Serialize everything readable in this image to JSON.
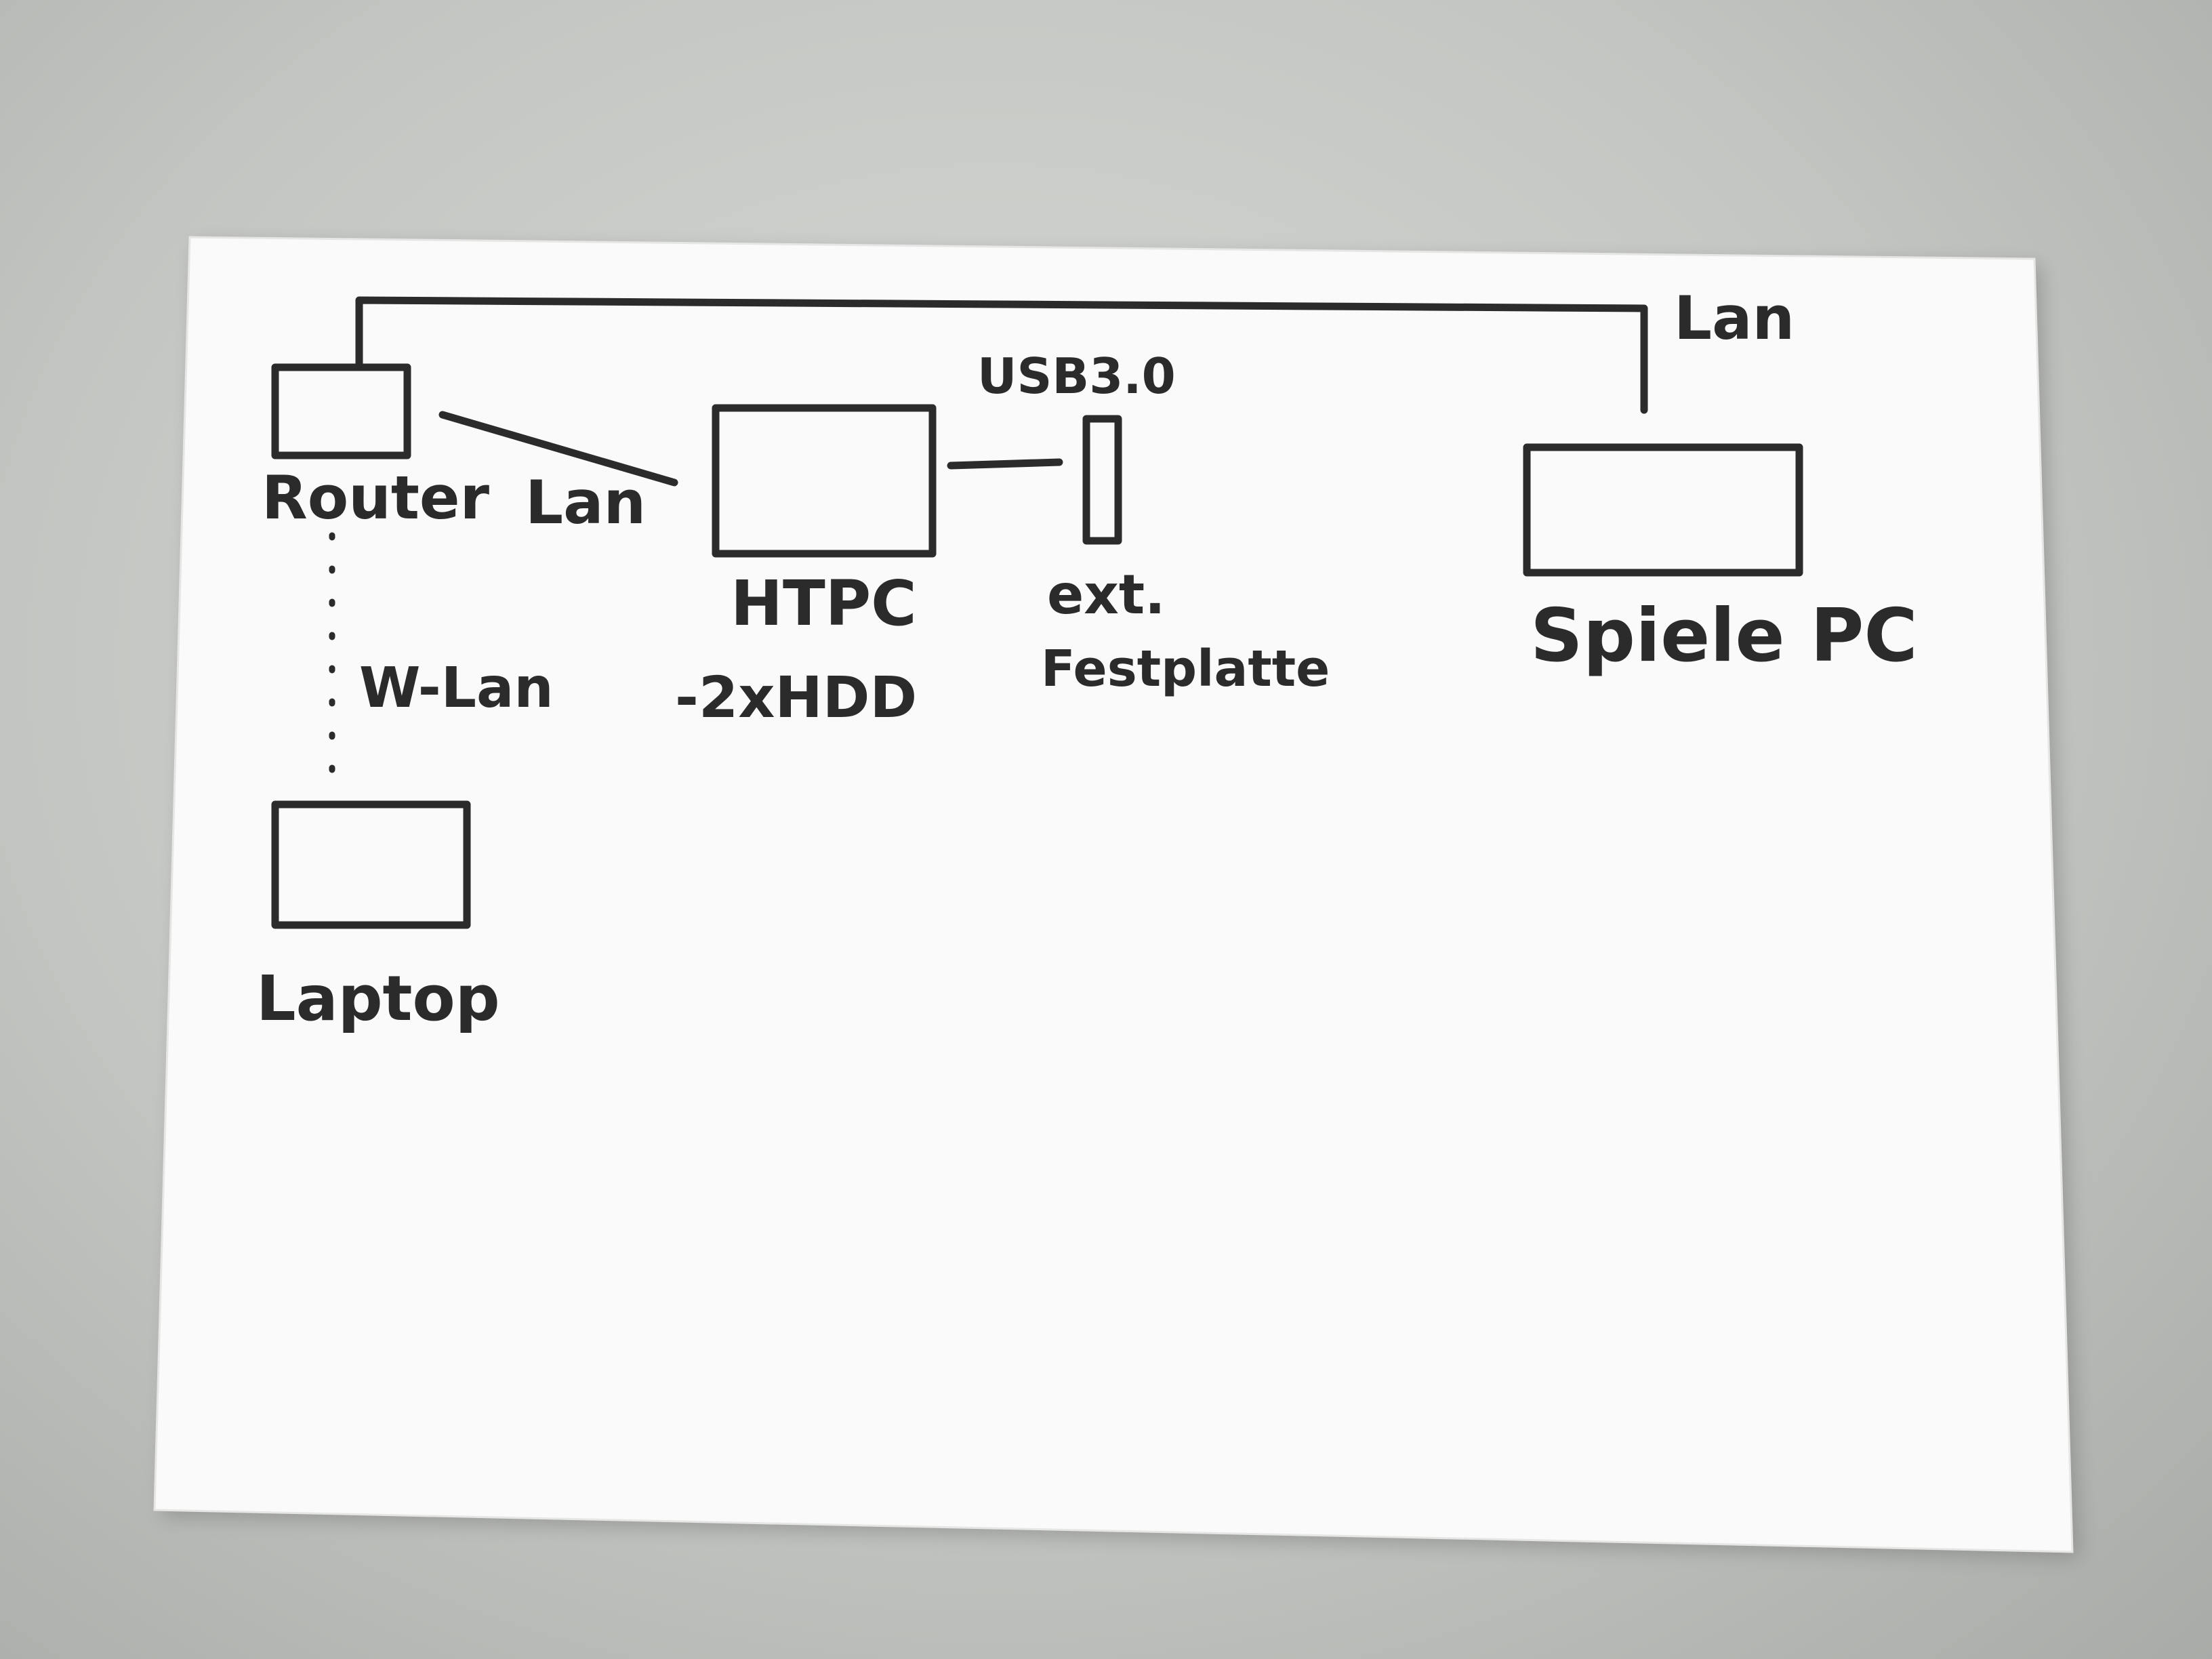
{
  "diagram": {
    "nodes": [
      {
        "id": "router",
        "label": "Router"
      },
      {
        "id": "htpc",
        "label": "HTPC",
        "sublabel": "-2xHDD"
      },
      {
        "id": "ext-drive",
        "label": "ext.",
        "sublabel": "Festplatte"
      },
      {
        "id": "spiele-pc",
        "label": "Spiele PC"
      },
      {
        "id": "laptop",
        "label": "Laptop"
      }
    ],
    "edges": [
      {
        "from": "router",
        "to": "spiele-pc",
        "label": "Lan",
        "style": "solid"
      },
      {
        "from": "router",
        "to": "htpc",
        "label": "Lan",
        "style": "solid"
      },
      {
        "from": "htpc",
        "to": "ext-drive",
        "label": "USB3.0",
        "style": "solid"
      },
      {
        "from": "router",
        "to": "laptop",
        "label": "W-Lan",
        "style": "dotted"
      }
    ]
  },
  "colors": {
    "ink": "#2b2b2b",
    "paper": "#fafafa",
    "background": "#c4c6c3"
  }
}
